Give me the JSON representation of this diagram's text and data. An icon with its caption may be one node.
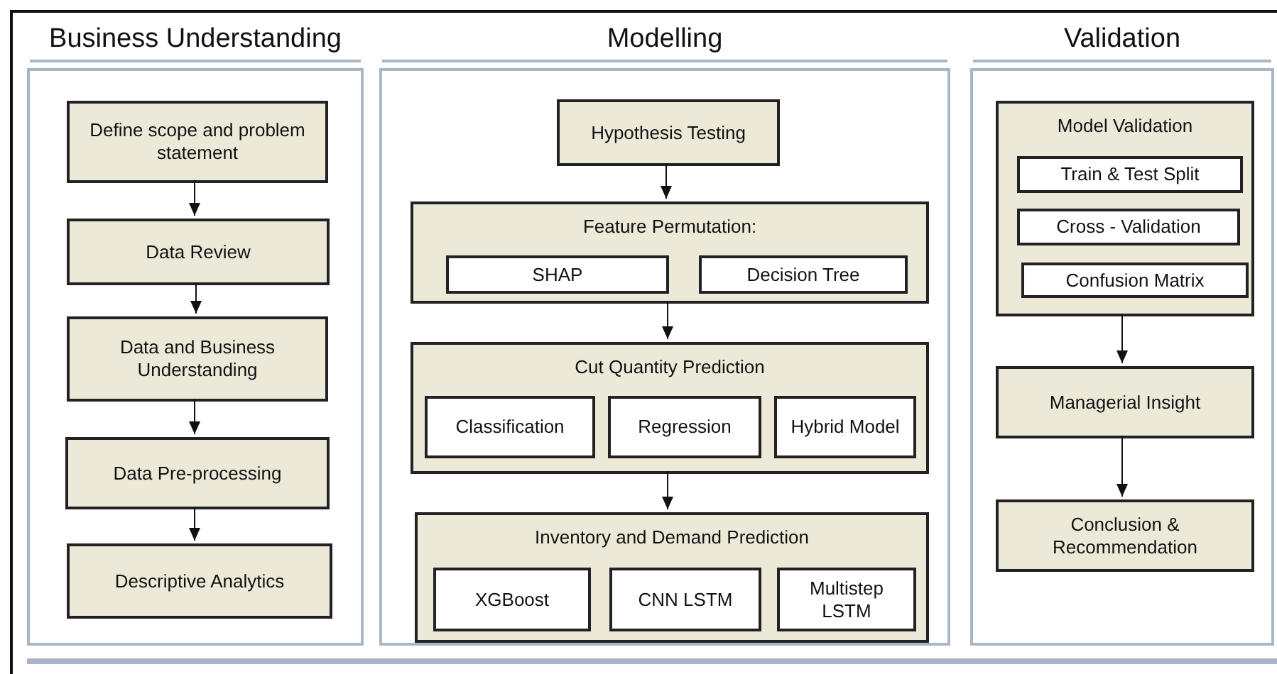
{
  "diagram": {
    "nodes": [
      {
        "text": [
          "Business Understanding"
        ]
      },
      {
        "text": [
          "Define scope and problem statement"
        ],
        "in": 0
      },
      {
        "text": [
          "Data Review"
        ],
        "in": 0
      },
      {
        "text": [
          "Data and Business Understanding"
        ],
        "in": 0
      },
      {
        "text": [
          "Data Pre-processing"
        ],
        "in": 0
      },
      {
        "text": [
          "Descriptive Analytics"
        ],
        "in": 0
      },
      {
        "text": [
          "Modelling"
        ]
      },
      {
        "text": [
          "Hypothesis Testing"
        ],
        "in": 6
      },
      {
        "text": [
          "Feature Permutation:"
        ],
        "in": 6
      },
      {
        "text": [
          "SHAP"
        ],
        "in": 8
      },
      {
        "text": [
          "Decision Tree"
        ],
        "in": 8
      },
      {
        "text": [
          "Cut Quantity Prediction"
        ],
        "in": 6
      },
      {
        "text": [
          "Classification"
        ],
        "in": 11
      },
      {
        "text": [
          "Regression"
        ],
        "in": 11
      },
      {
        "text": [
          "Hybrid Model"
        ],
        "in": 11
      },
      {
        "text": [
          "Inventory and Demand Prediction"
        ],
        "in": 6
      },
      {
        "text": [
          "XGBoost"
        ],
        "in": 15
      },
      {
        "text": [
          "CNN LSTM"
        ],
        "in": 15
      },
      {
        "text": [
          "Multistep LSTM"
        ],
        "in": 15
      },
      {
        "text": [
          "Validation"
        ]
      },
      {
        "text": [
          "Model Validation"
        ],
        "in": 19
      },
      {
        "text": [
          "Train & Test Split"
        ],
        "in": 20
      },
      {
        "text": [
          "Cross - Validation"
        ],
        "in": 20
      },
      {
        "text": [
          "Confusion Matrix"
        ],
        "in": 20
      },
      {
        "text": [
          "Managerial Insight"
        ],
        "in": 19
      },
      {
        "text": [
          "Conclusion & Recommendation"
        ],
        "in": 19
      }
    ],
    "edges": [
      {
        "from": 1,
        "to": 2,
        "arrow": "to"
      },
      {
        "from": 2,
        "to": 3,
        "arrow": "to"
      },
      {
        "from": 3,
        "to": 4,
        "arrow": "to"
      },
      {
        "from": 4,
        "to": 5,
        "arrow": "to"
      },
      {
        "from": 7,
        "to": 8,
        "arrow": "to"
      },
      {
        "from": 8,
        "to": 11,
        "arrow": "to"
      },
      {
        "from": 11,
        "to": 15,
        "arrow": "to"
      },
      {
        "from": 20,
        "to": 24,
        "arrow": "to"
      },
      {
        "from": 24,
        "to": 25,
        "arrow": "to"
      }
    ]
  }
}
